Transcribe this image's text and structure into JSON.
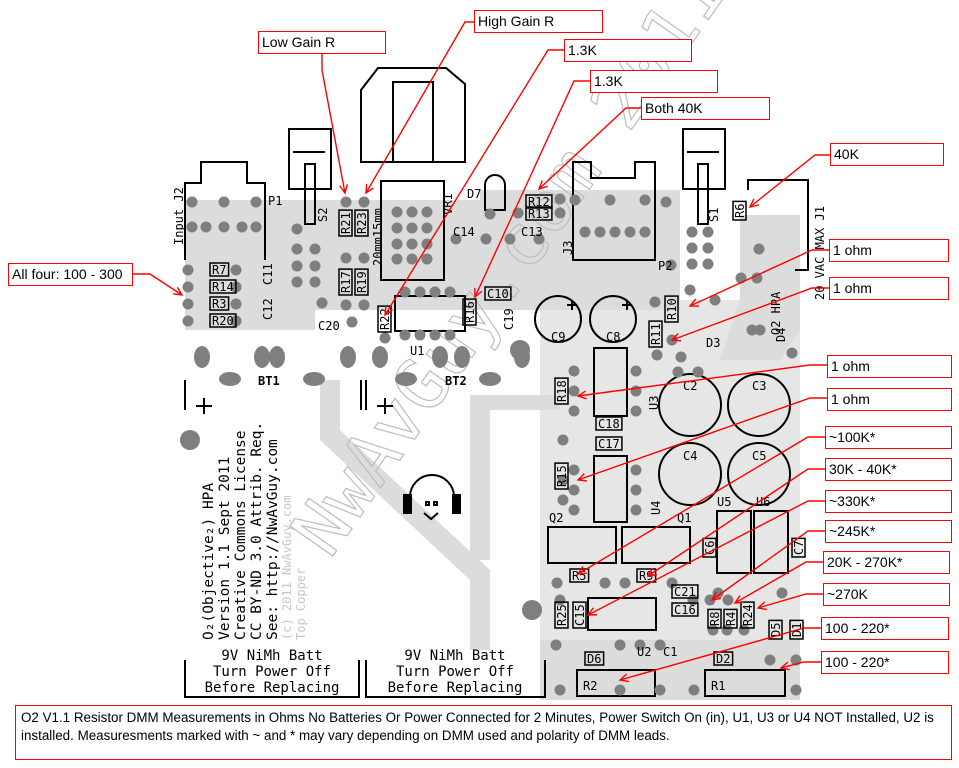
{
  "board": {
    "title_lines": [
      "O₂(Objective₂) HPA",
      "Version 1.1 Sept 2011",
      "Creative Commons License",
      "CC BY-ND 3.0 Attrib. Req.",
      "See: http://NwAvGuy.com"
    ],
    "watermark": "NwAvGuy.com 2011",
    "small_watermark_lines": [
      "(c) 2011 NwAvGuy.com",
      "Top Copper"
    ],
    "battery_labels": [
      "BT1",
      "BT2"
    ],
    "battery_notes": [
      [
        "9V NiMh Batt",
        "Turn Power Off",
        "Before Replacing"
      ],
      [
        "9V NiMh Batt",
        "Turn Power Off",
        "Before Replacing"
      ]
    ],
    "labels": {
      "input_j2": "Input J2",
      "p1": "P1",
      "s2": "S2",
      "s1": "S1",
      "p2": "P2",
      "j3": "J3",
      "vr1": "VR1",
      "d7": "D7",
      "u1": "U1",
      "u2": "U2",
      "u3": "U3",
      "u4": "U4",
      "u5": "U5",
      "u6": "U6",
      "q1": "Q1",
      "q2": "Q2",
      "j1": "20 VAC MAX J1",
      "hpa": "O2 HPA",
      "pot_size": "20mm15mm",
      "d3": "D3",
      "d4": "D4",
      "d5": "D5",
      "d1": "D1",
      "d2": "D2",
      "d6": "D6",
      "c1": "C1",
      "c2": "C2",
      "c3": "C3",
      "c4": "C4",
      "c5": "C5",
      "c6": "C6",
      "c7": "C7",
      "c8": "C8",
      "c9": "C9",
      "c10": "C10",
      "c11": "C11",
      "c12": "C12",
      "c13": "C13",
      "c14": "C14",
      "c15": "C15",
      "c16": "C16",
      "c17": "C17",
      "c18": "C18",
      "c19": "C19",
      "c20": "C20",
      "c21": "C21",
      "r1": "R1",
      "r2": "R2",
      "r3": "R3",
      "r4": "R4",
      "r5": "R5",
      "r6": "R6",
      "r7": "R7",
      "r8": "R8",
      "r9": "R9",
      "r10": "R10",
      "r11": "R11",
      "r12": "R12",
      "r13": "R13",
      "r14": "R14",
      "r15": "R15",
      "r16": "R16",
      "r17": "R17",
      "r18": "R18",
      "r19": "R19",
      "r20": "R20",
      "r21": "R21",
      "r22": "R22",
      "r23": "R23",
      "r24": "R24",
      "r25": "R25"
    }
  },
  "callouts": [
    {
      "id": "low-gain-r",
      "text": "Low Gain R"
    },
    {
      "id": "high-gain-r",
      "text": "High Gain R"
    },
    {
      "id": "r22-1-3k",
      "text": "1.3K"
    },
    {
      "id": "r16-1-3k",
      "text": "1.3K"
    },
    {
      "id": "r12-r13-both-40k",
      "text": "Both 40K"
    },
    {
      "id": "r6-40k",
      "text": "40K"
    },
    {
      "id": "all-four",
      "text": "All four: 100 - 300"
    },
    {
      "id": "r10-1-ohm",
      "text": "1 ohm"
    },
    {
      "id": "r11-1-ohm",
      "text": "1 ohm"
    },
    {
      "id": "r18-1-ohm",
      "text": "1 ohm"
    },
    {
      "id": "r15-1-ohm",
      "text": "1 ohm"
    },
    {
      "id": "r5-100k",
      "text": "~100K*"
    },
    {
      "id": "r9-30k-40k",
      "text": "30K - 40K*"
    },
    {
      "id": "r25-330k",
      "text": "~330K*"
    },
    {
      "id": "r8-245k",
      "text": "~245K*"
    },
    {
      "id": "r4-20k-270k",
      "text": "20K - 270K*"
    },
    {
      "id": "r24-270k",
      "text": "~270K"
    },
    {
      "id": "r2-100-220",
      "text": "100 - 220*"
    },
    {
      "id": "r1-100-220",
      "text": "100 - 220*"
    }
  ],
  "footnote": "O2 V1.1 Resistor DMM Measurements in Ohms No Batteries Or Power Connected for 2 Minutes, Power Switch On (in), U1, U3 or U4 NOT Installed, U2 is installed. Measuresments marked with ~ and * may vary depending on DMM used and polarity of DMM leads.",
  "colors": {
    "callout_border": "#ff0000",
    "arrow": "#ff0000",
    "pad": "#7f7f7f",
    "copper": "#dcdcdc",
    "silkscreen": "#000000"
  }
}
